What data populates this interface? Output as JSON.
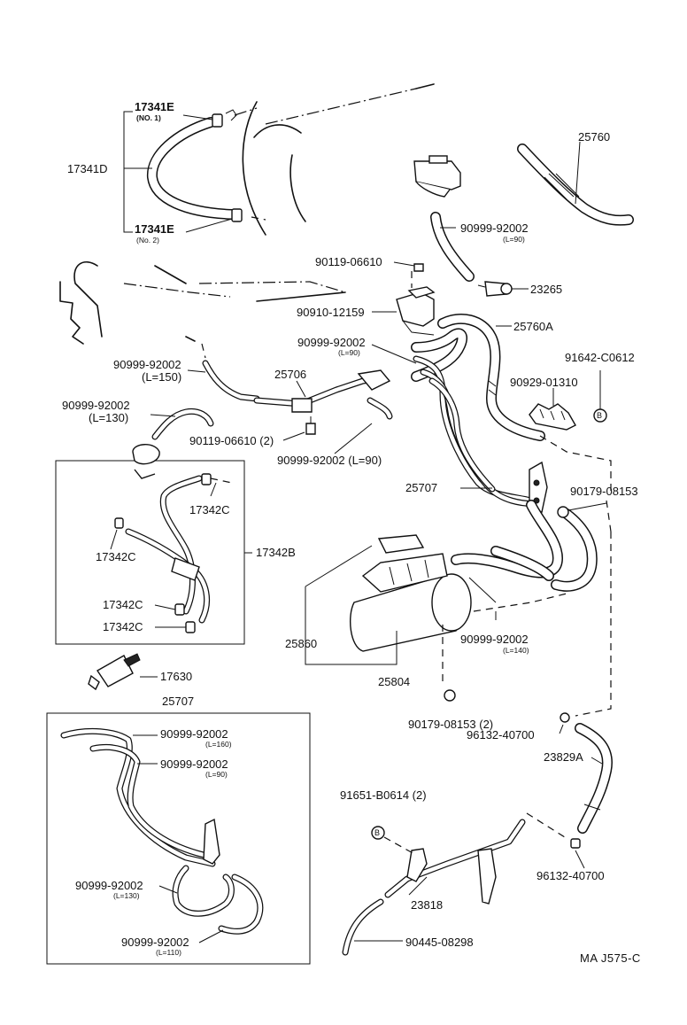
{
  "diagram": {
    "page_code": "MA  J575-C",
    "labels": {
      "p17341E_no1": "17341E",
      "p17341E_no1_sub": "(NO. 1)",
      "p17341D": "17341D",
      "p17341E_no2": "17341E",
      "p17341E_no2_sub": "(No. 2)",
      "p25760": "25760",
      "p90999_92002_L90_top": "90999-92002",
      "p90999_92002_L90_top_sub": "(L=90)",
      "p90119_06610": "90119-06610",
      "p23265": "23265",
      "p90910_12159": "90910-12159",
      "p25760A": "25760A",
      "p90999_92002_L90_mid": "90999-92002",
      "p90999_92002_L90_mid_sub": "(L=90)",
      "p91642_C0612": "91642-C0612",
      "p90999_92002_L150": "90999-92002",
      "p90999_92002_L150_sub": "(L=150)",
      "p25706": "25706",
      "p90929_01310": "90929-01310",
      "p90999_92002_L130": "90999-92002",
      "p90999_92002_L130_sub": "(L=130)",
      "p90119_06610_2": "90119-06610 (2)",
      "p90999_92002_L90_low": "90999-92002 (L=90)",
      "p25707_a": "25707",
      "p90179_08153": "90179-08153",
      "p17342C_1": "17342C",
      "p17342C_2": "17342C",
      "p17342B": "17342B",
      "p17342C_3": "17342C",
      "p17342C_4": "17342C",
      "p25860": "25860",
      "p90999_92002_L140": "90999-92002",
      "p90999_92002_L140_sub": "(L=140)",
      "p25804": "25804",
      "p17630": "17630",
      "p25707_b": "25707",
      "p90179_08153_2": "90179-08153  (2)",
      "p96132_40700_a": "96132-40700",
      "p23829A": "23829A",
      "box_90999_92002_L160": "90999-92002",
      "box_90999_92002_L160_sub": "(L=160)",
      "box_90999_92002_L90": "90999-92002",
      "box_90999_92002_L90_sub": "(L=90)",
      "p91651_B0614": "91651-B0614 (2)",
      "box_90999_92002_L130": "90999-92002",
      "box_90999_92002_L130_sub": "(L=130)",
      "p96132_40700_b": "96132-40700",
      "p23818": "23818",
      "box_90999_92002_L110": "90999-92002",
      "box_90999_92002_L110_sub": "(L=110)",
      "p90445_08298": "90445-08298",
      "marker_b1": "B",
      "marker_b2": "B"
    }
  }
}
